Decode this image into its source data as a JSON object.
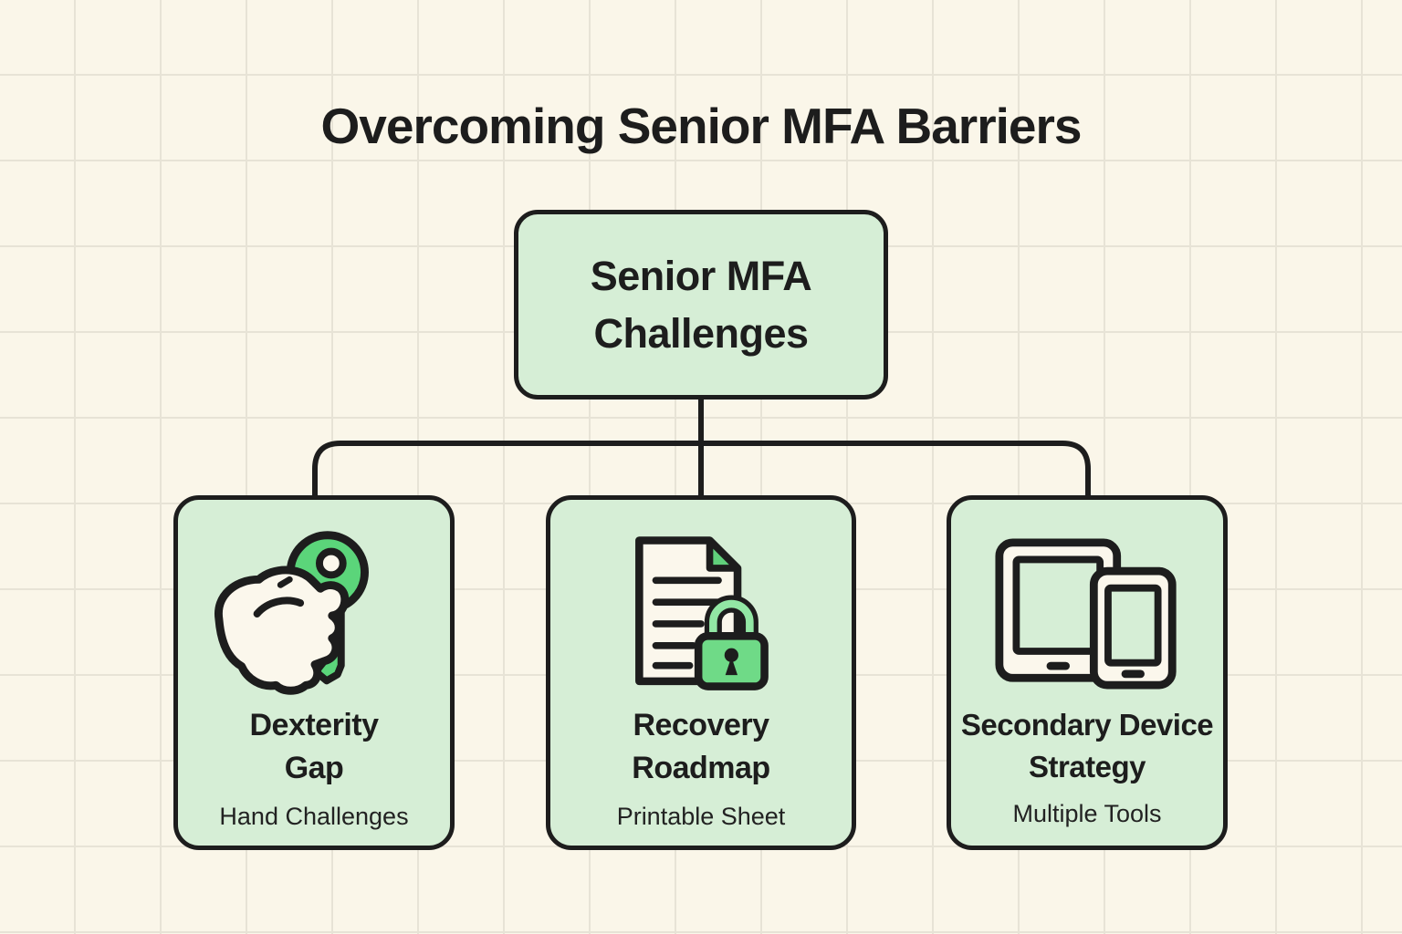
{
  "title": "Overcoming Senior MFA Barriers",
  "root": {
    "label": "Senior MFA Challenges"
  },
  "cards": [
    {
      "icon": "hand-holding-key-icon",
      "title": "Dexterity Gap",
      "subtitle": "Hand Challenges"
    },
    {
      "icon": "document-lock-icon",
      "title": "Recovery Roadmap",
      "subtitle": "Printable Sheet"
    },
    {
      "icon": "tablet-phone-icon",
      "title": "Secondary Device Strategy",
      "subtitle": "Multiple Tools"
    }
  ],
  "colors": {
    "background": "#faf6e9",
    "grid_line": "#e7e3d6",
    "node_fill": "#d6eed6",
    "outline_ink": "#1d1d1d",
    "accent_green": "#5bd57a",
    "lock_green": "#6fda87",
    "shackle_green": "#92e7a4",
    "fold_green": "#60d07b",
    "cream": "#fbf7ec"
  }
}
